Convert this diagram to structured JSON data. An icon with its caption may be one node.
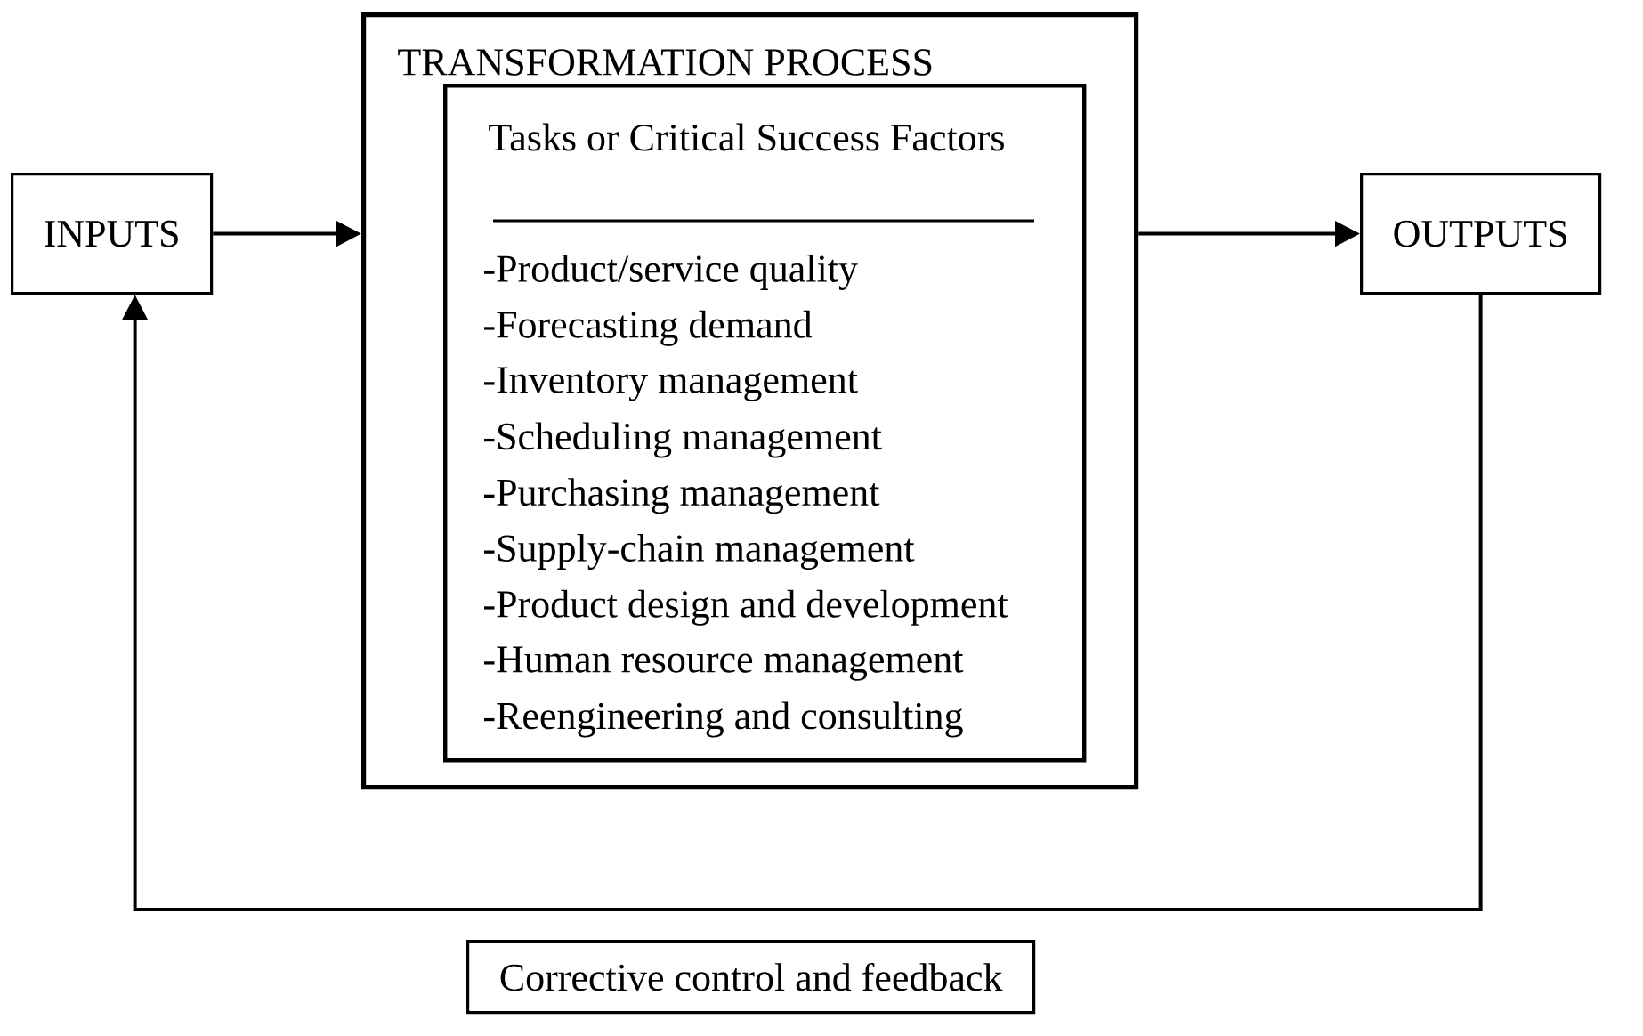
{
  "diagram": {
    "nodes": [
      {
        "text": [
          "INPUTS"
        ]
      },
      {
        "text": [
          "TRANSFORMATION PROCESS"
        ]
      },
      {
        "text": [
          "Tasks or Critical Success Factors",
          "-Product/service quality",
          "-Forecasting demand",
          "-Inventory management",
          "-Scheduling management",
          "-Purchasing management",
          "-Supply-chain management",
          "-Product design and development",
          "-Human resource management",
          "-Reengineering and consulting"
        ],
        "in": 1
      },
      {
        "text": [
          "OUTPUTS"
        ]
      },
      {
        "text": [
          "Corrective control and feedback"
        ]
      }
    ],
    "edges": [
      {
        "from": 0,
        "to": 1,
        "arrow": "to"
      },
      {
        "from": 1,
        "to": 3,
        "arrow": "to"
      },
      {
        "from": 3,
        "to": 0,
        "arrow": "to"
      }
    ]
  }
}
